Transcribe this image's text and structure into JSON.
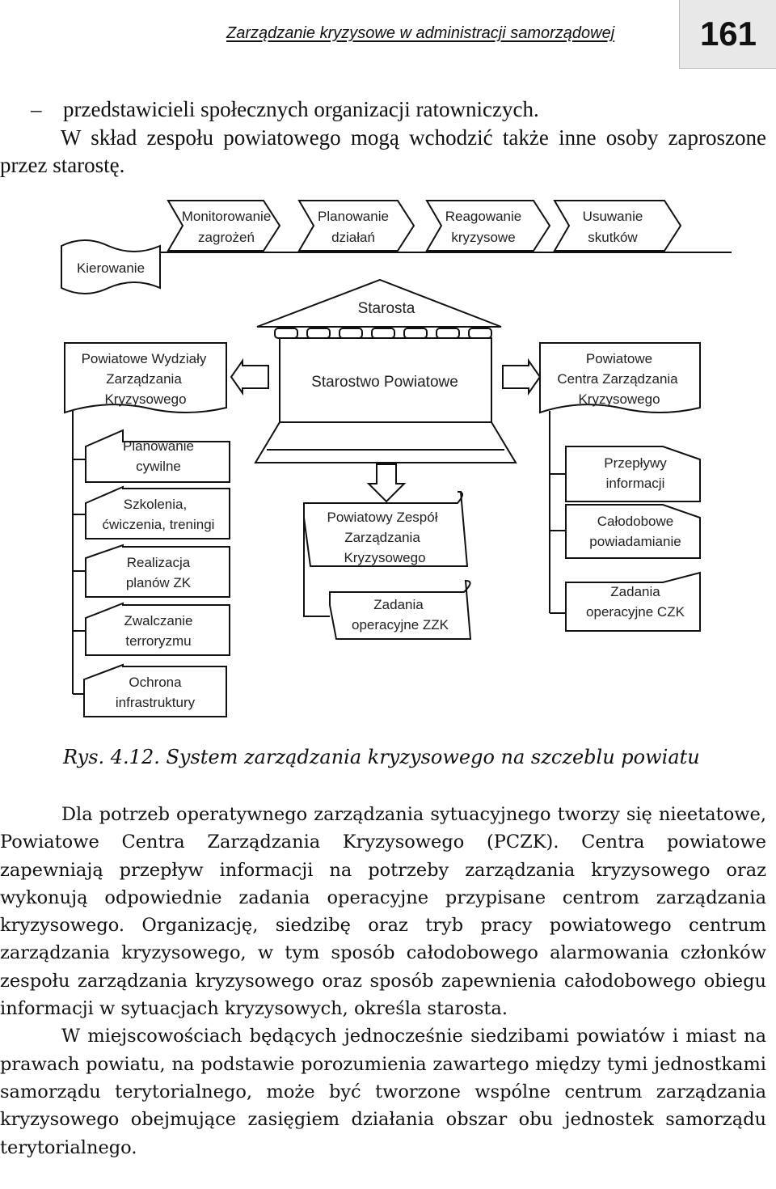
{
  "header": {
    "title": "Zarządzanie kryzysowe w administracji samorządowej",
    "page_number": "161"
  },
  "intro": {
    "bullet_dash": "–",
    "bullet_text": "przedstawicieli społecznych organizacji ratowniczych.",
    "paragraph": "W skład zespołu powiatowego mogą wchodzić także inne osoby zaproszone przez starostę."
  },
  "diagram": {
    "phases": [
      [
        "Monitorowanie",
        "zagrożeń"
      ],
      [
        "Planowanie",
        "działań"
      ],
      [
        "Reagowanie",
        "kryzysowe"
      ],
      [
        "Usuwanie",
        "skutków"
      ]
    ],
    "kierowanie": "Kierowanie",
    "starosta": "Starosta",
    "starostwo": "Starostwo Powiatowe",
    "left_main": [
      "Powiatowe Wydziały",
      "Zarządzania",
      "Kryzysowego"
    ],
    "right_main": [
      "Powiatowe",
      "Centra Zarządzania",
      "Kryzysowego"
    ],
    "left_items": [
      [
        "Planowanie",
        "cywilne"
      ],
      [
        "Szkolenia,",
        "ćwiczenia, treningi"
      ],
      [
        "Realizacja",
        "planów ZK"
      ],
      [
        "Zwalczanie",
        "terroryzmu"
      ],
      [
        "Ochrona",
        "infrastruktury"
      ]
    ],
    "center_items": [
      [
        "Powiatowy Zespół",
        "Zarządzania",
        "Kryzysowego"
      ],
      [
        "Zadania",
        "operacyjne ZZK"
      ]
    ],
    "right_items": [
      [
        "Przepływy",
        "informacji"
      ],
      [
        "Całodobowe",
        "powiadamianie"
      ],
      [
        "Zadania",
        "operacyjne CZK"
      ]
    ]
  },
  "caption": "Rys. 4.12. System zarządzania kryzysowego na szczeblu  powiatu",
  "body": {
    "p1": "Dla potrzeb operatywnego zarządzania sytuacyjnego tworzy się nieetatowe, Powiatowe Centra Zarządzania Kryzysowego (PCZK). Centra powiatowe zapewniają przepływ informacji na potrzeby zarządzania kryzysowego oraz wykonują odpowiednie zadania operacyjne przypisane centrom zarządzania kryzysowego. Organizację, siedzibę oraz tryb pracy powiatowego centrum zarządzania kryzysowego, w tym sposób całodobowego alarmowania członków zespołu zarządzania kryzysowego oraz sposób zapewnienia całodobowego obiegu informacji w sytuacjach kryzysowych, określa starosta.",
    "p2": "W miejscowościach będących jednocześnie siedzibami powiatów i miast na prawach powiatu, na podstawie porozumienia zawartego między tymi jednostkami samorządu terytorialnego, może być tworzone wspólne centrum zarządzania kryzysowego obejmujące zasięgiem działania obszar obu jednostek samorządu terytorialnego."
  }
}
